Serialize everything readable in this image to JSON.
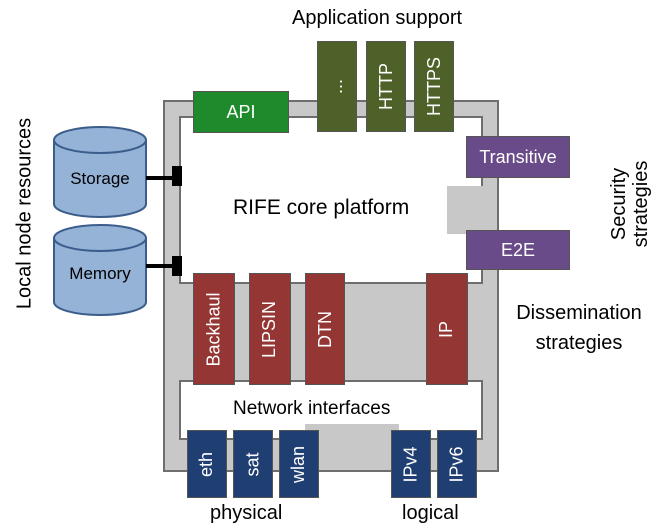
{
  "labels": {
    "application_support": "Application support",
    "core": "RIFE core platform",
    "network_interfaces": "Network interfaces",
    "security_line1": "Security",
    "security_line2": "strategies",
    "dissemination_line1": "Dissemination",
    "dissemination_line2": "strategies",
    "local_resources": "Local node resources",
    "physical": "physical",
    "logical": "logical"
  },
  "application_blocks": {
    "api": "API",
    "ellipsis": "...",
    "http": "HTTP",
    "https": "HTTPS"
  },
  "security_blocks": {
    "transitive": "Transitive",
    "e2e": "E2E"
  },
  "dissemination_blocks": {
    "backhaul": "Backhaul",
    "lipsin": "LIPSIN",
    "dtn": "DTN",
    "ip": "IP"
  },
  "interface_blocks": {
    "eth": "eth",
    "sat": "sat",
    "wlan": "wlan",
    "ipv4": "IPv4",
    "ipv6": "IPv6"
  },
  "resources": {
    "storage": "Storage",
    "memory": "Memory"
  },
  "colors": {
    "api": "#1f8a2c",
    "application": "#4e6128",
    "security": "#6a4b8a",
    "dissemination": "#943634",
    "interfaces": "#1f3e72",
    "cylinder_fill": "#95b3d7",
    "frame": "#c8c8c8"
  }
}
